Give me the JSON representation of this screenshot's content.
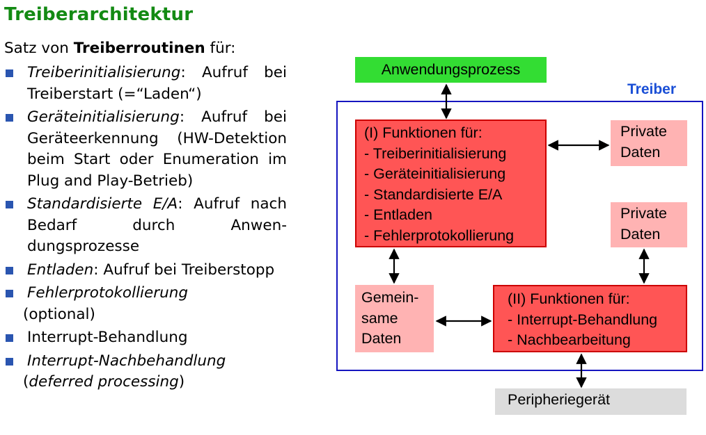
{
  "title": "Treiberarchitektur",
  "intro": {
    "prefix": "Satz von ",
    "bold": "Treiberroutinen",
    "suffix": " für:"
  },
  "bullets": [
    {
      "italic": "Treiberinitialisierung",
      "text": ": Aufruf bei Treiberstart (=“Laden“)"
    },
    {
      "italic": "Geräteinitialisierung",
      "text": ": Aufruf bei Geräteerkennung (HW-Detektion beim Start oder Enumeration im Plug and Play-Betrieb)"
    },
    {
      "italic": "Standardisierte E/A",
      "text": ": Aufruf nach Bedarf durch Anwen­dungsprozesse"
    },
    {
      "italic": "Entladen",
      "text": ": Aufruf bei Treiber­stopp"
    },
    {
      "italic": "Fehlerprotokollierung",
      "text": " (optional)"
    },
    {
      "italic": "",
      "text": "Interrupt-Behandlung"
    },
    {
      "italic": "Interrupt-Nachbehandlung",
      "text": " (",
      "italic2": "deferred processing",
      "text2": ")"
    }
  ],
  "diagram": {
    "anwendungsprozess": "Anwendungsprozess",
    "treiber_label": "Treiber",
    "func1": "(I) Funktionen für:\n- Treiberinitialisierung\n- Geräteinitialisierung\n- Standardisierte E/A\n- Entladen\n- Fehlerprotokollierung",
    "private1": "Private\nDaten",
    "private2": "Private\nDaten",
    "gemeinsame": "Gemein-\nsame\nDaten",
    "func2": "(II) Funktionen für:\n- Interrupt-Behandlung\n- Nachbearbeitung",
    "peripherie": "Peripheriegerät"
  },
  "colors": {
    "title": "#138a13",
    "bullet": "#2a55b0",
    "process_box": "#33dd33",
    "function_box": "#ff5555",
    "data_box": "#ffb3b3",
    "device_box": "#dcdcdc",
    "treiber_frame": "#1515c0"
  }
}
